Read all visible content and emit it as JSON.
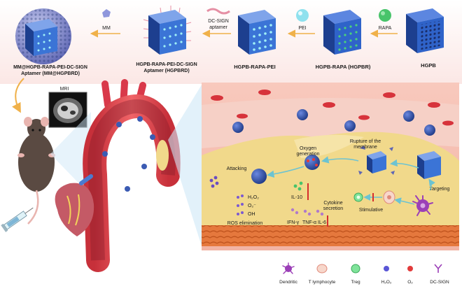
{
  "top_row": {
    "hgpb": "HGPB",
    "hgpbr": "HGPB-RAPA (HGPBR)",
    "hgpb_rapa_pei": "HGPB-RAPA-PEI",
    "hgpbrd_line1": "HGPB-RAPA-PEI-DC-SIGN",
    "hgpbrd_line2": "Aptamer (HGPBRD)",
    "mm_hgpbrd_line1": "MM@HGPB-RAPA-PEI-DC-SIGN",
    "mm_hgpbrd_line2": "Aptamer (MM@HGPBRD)"
  },
  "arrows": {
    "rapa": "RAPA",
    "pei": "PEI",
    "aptamer_line1": "DC-SIGN",
    "aptamer_line2": "aptamer",
    "mm": "MM"
  },
  "left": {
    "mri": "MRI"
  },
  "panel": {
    "attacking": "Attacking",
    "oxygen_line1": "Oxygen",
    "oxygen_line2": "generation",
    "rupture_line1": "Rupture of the",
    "rupture_line2": "membrane",
    "targeting": "Targeting",
    "stimulative": "Stimulative",
    "cytokine_line1": "Cytokine",
    "cytokine_line2": "secretion",
    "il10": "IL-10",
    "ifn": "IFN-γ",
    "tnf": "TNF-α",
    "il6": "IL-6",
    "h2o2": "H₂O₂",
    "o2minus": "O₂⁻",
    "oh": "OH",
    "ros": "ROS elimination"
  },
  "legend": {
    "dendritic": "Dendritic",
    "tlymph": "T lymphocyte",
    "treg": "Treg",
    "h2o2": "H₂O₂",
    "o2": "O₂",
    "dcsign": "DC-SIGN"
  },
  "colors": {
    "cube": "#2f63c9",
    "cube_dark": "#1d3f8f",
    "vessel": "#e2464c",
    "plaque": "#f1d98b",
    "rapa": "#48c46a",
    "pei": "#8fe1ee",
    "dendritic": "#9b3fb7",
    "mm_shell": "#7d84c8"
  }
}
